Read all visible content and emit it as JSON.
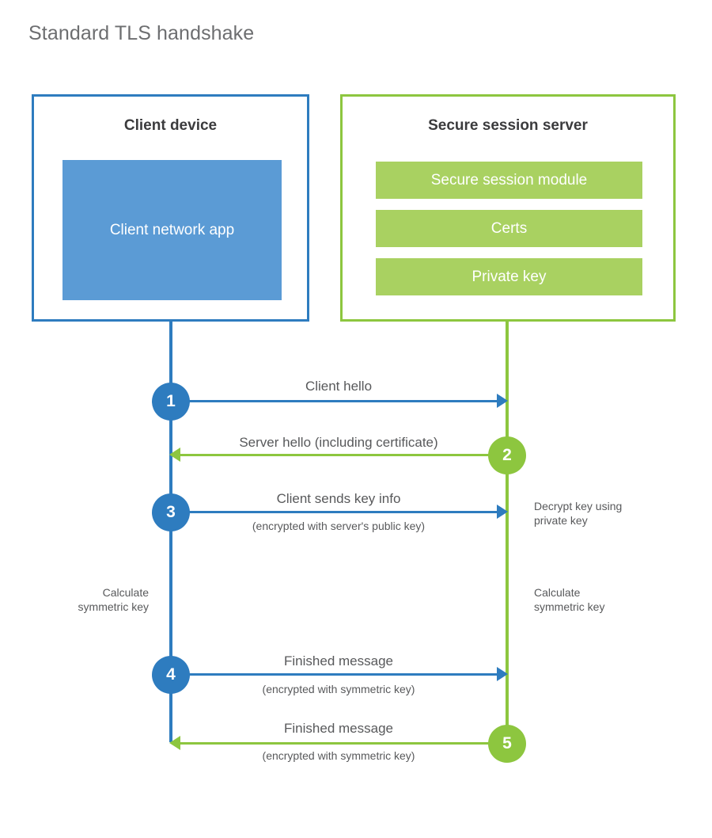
{
  "page": {
    "title": "Standard TLS handshake"
  },
  "colors": {
    "client_accent": "#2E7CBF",
    "client_app_fill": "#5B9BD5",
    "server_accent": "#8DC63F",
    "server_bar_fill": "#A9D161",
    "text": "#58595b",
    "title_text": "#6d6e70",
    "background": "#ffffff"
  },
  "client": {
    "title": "Client device",
    "app_label": "Client network app"
  },
  "server": {
    "title": "Secure session server",
    "components": [
      {
        "label": "Secure session module"
      },
      {
        "label": "Certs"
      },
      {
        "label": "Private key"
      }
    ]
  },
  "steps": [
    {
      "number": "1",
      "label": "Client hello",
      "sublabel": "",
      "direction": "client-to-server",
      "color": "#2E7CBF"
    },
    {
      "number": "2",
      "label": "Server hello (including certificate)",
      "sublabel": "",
      "direction": "server-to-client",
      "color": "#8DC63F"
    },
    {
      "number": "3",
      "label": "Client sends key info",
      "sublabel": "(encrypted with server's public key)",
      "direction": "client-to-server",
      "color": "#2E7CBF"
    },
    {
      "number": "4",
      "label": "Finished message",
      "sublabel": "(encrypted with symmetric key)",
      "direction": "client-to-server",
      "color": "#2E7CBF"
    },
    {
      "number": "5",
      "label": "Finished message",
      "sublabel": "(encrypted with symmetric key)",
      "direction": "server-to-client",
      "color": "#8DC63F"
    }
  ],
  "annotations": {
    "server_decrypt_line1": "Decrypt key using",
    "server_decrypt_line2": "private key",
    "client_calculate_line1": "Calculate",
    "client_calculate_line2": "symmetric key",
    "server_calculate_line1": "Calculate",
    "server_calculate_line2": "symmetric key"
  }
}
